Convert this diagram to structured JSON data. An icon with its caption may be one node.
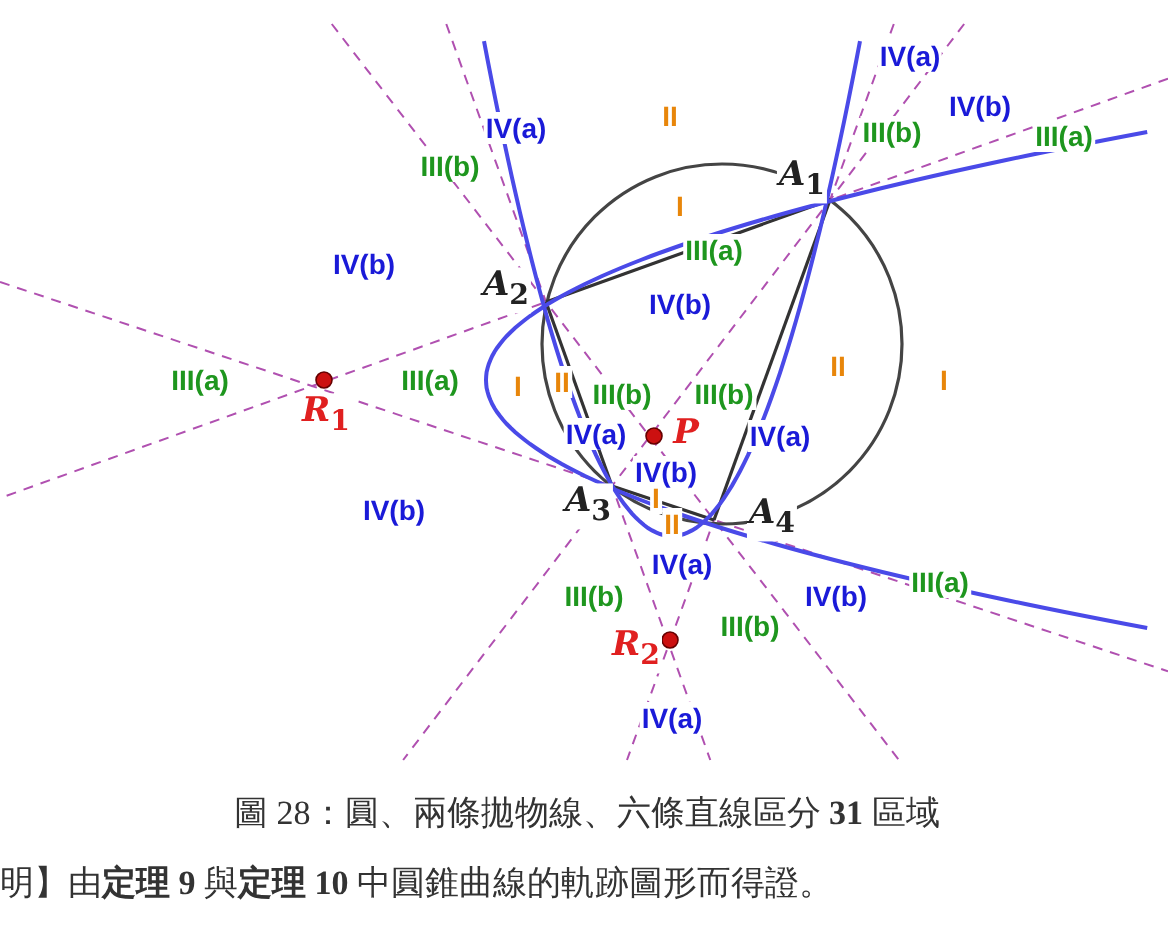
{
  "diagram": {
    "caption": "圖  28：圓、兩條拋物線、六條直線區分 **31** 區域",
    "labels": [
      "IV(a)",
      "IV(a)",
      "II",
      "III(b)",
      "IV(b)",
      "III(a)",
      "III(b)",
      "*A*$_{1}$",
      "I",
      "III(a)",
      "IV(b)",
      "*A*$_{2}$",
      "IV(b)",
      "II",
      "III(a)",
      "III(a)",
      "I",
      "II",
      "III(b)",
      "III(b)",
      "I",
      "*R*$_{1}$",
      "IV(a)",
      "*P*",
      "IV(a)",
      "IV(b)",
      "IV(b)",
      "*A*$_{3}$",
      "I",
      "II",
      "*A*$_{4}$",
      "III(b)",
      "IV(a)",
      "IV(b)",
      "III(a)",
      "III(b)",
      "*R*$_{2}$",
      "IV(a)",
      "明】由**定理  9** 與**定理  10** 中圓錐曲線的軌跡圖形而得證。"
    ]
  }
}
